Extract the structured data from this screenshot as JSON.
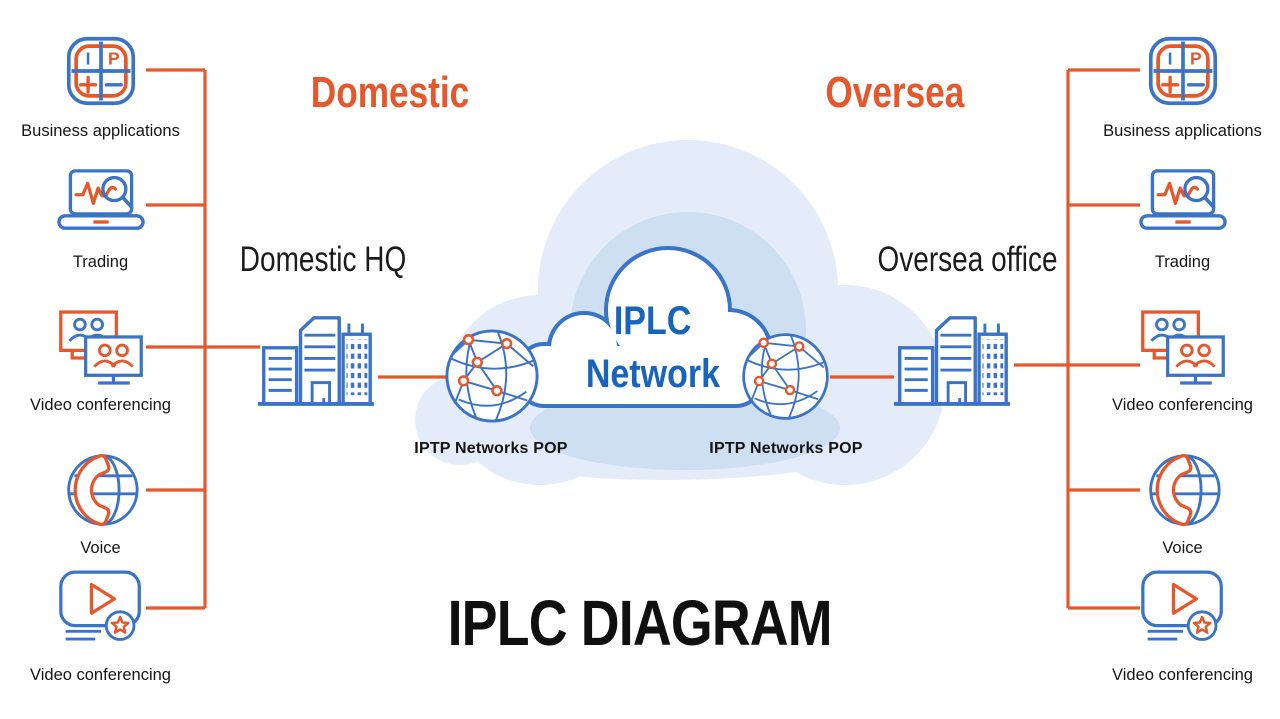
{
  "page": {
    "title": "IPLC DIAGRAM",
    "background": "#ffffff"
  },
  "headings": {
    "domestic": "Domestic",
    "oversea": "Oversea"
  },
  "sites": {
    "domestic_hq": "Domestic HQ",
    "oversea_office": "Oversea office"
  },
  "cloud": {
    "line1": "IPLC",
    "line2": "Network",
    "pop_left": "IPTP Networks POP",
    "pop_right": "IPTP Networks POP"
  },
  "columns": {
    "left": {
      "items": [
        {
          "label": "Business applications",
          "icon": "business-applications-icon"
        },
        {
          "label": "Trading",
          "icon": "trading-icon"
        },
        {
          "label": "Video conferencing",
          "icon": "video-conferencing-icon"
        },
        {
          "label": "Voice",
          "icon": "voice-icon"
        },
        {
          "label": "Video conferencing",
          "icon": "video-player-icon"
        }
      ]
    },
    "right": {
      "items": [
        {
          "label": "Business applications",
          "icon": "business-applications-icon"
        },
        {
          "label": "Trading",
          "icon": "trading-icon"
        },
        {
          "label": "Video conferencing",
          "icon": "video-conferencing-icon"
        },
        {
          "label": "Voice",
          "icon": "voice-icon"
        },
        {
          "label": "Video conferencing",
          "icon": "video-player-icon"
        }
      ]
    }
  },
  "icons": {
    "site": "office-building-icon",
    "pop": "network-globe-icon",
    "cloud": "cloud-icon"
  },
  "colors": {
    "orange": "#E6572B",
    "blue": "#3B74C6",
    "deep_blue": "#1763BE",
    "cloud_light": "#E3ECF8",
    "cloud_mid": "#CEDFF2",
    "ink": "#111111"
  }
}
